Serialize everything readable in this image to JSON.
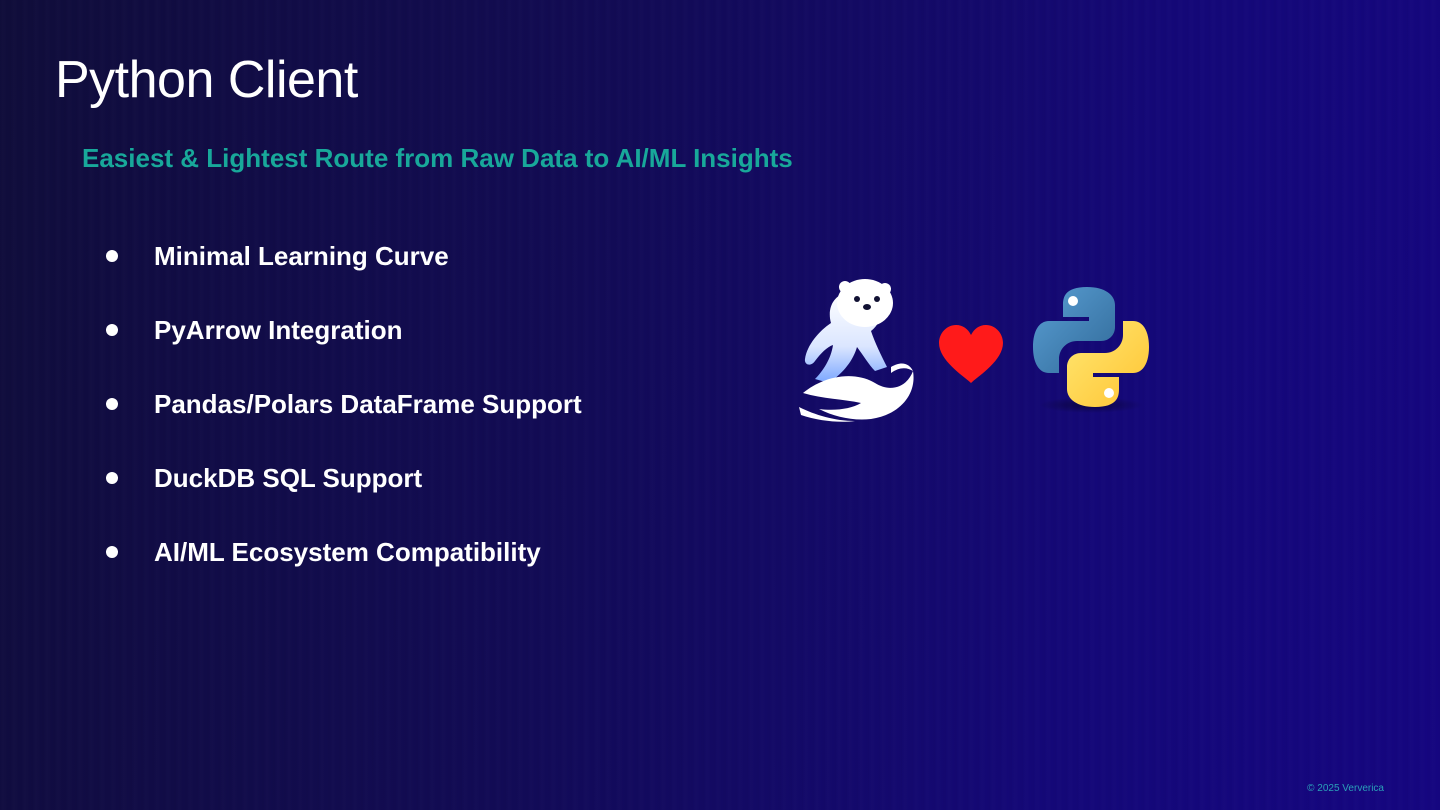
{
  "slide": {
    "title": "Python Client",
    "subtitle": "Easiest & Lightest Route from Raw Data to AI/ML Insights",
    "bullets": [
      "Minimal Learning Curve",
      "PyArrow Integration",
      "Pandas/Polars DataFrame Support",
      "DuckDB SQL Support",
      "AI/ML Ecosystem Compatibility"
    ],
    "footer": "© 2025 Ververica",
    "icons": [
      "otter-surfing-wave-logo",
      "heart-icon",
      "python-logo"
    ],
    "colors": {
      "accent": "#18a89a",
      "heart": "#ff1a1a",
      "python_blue": "#3c73a8",
      "python_yellow": "#ffd43b"
    }
  }
}
